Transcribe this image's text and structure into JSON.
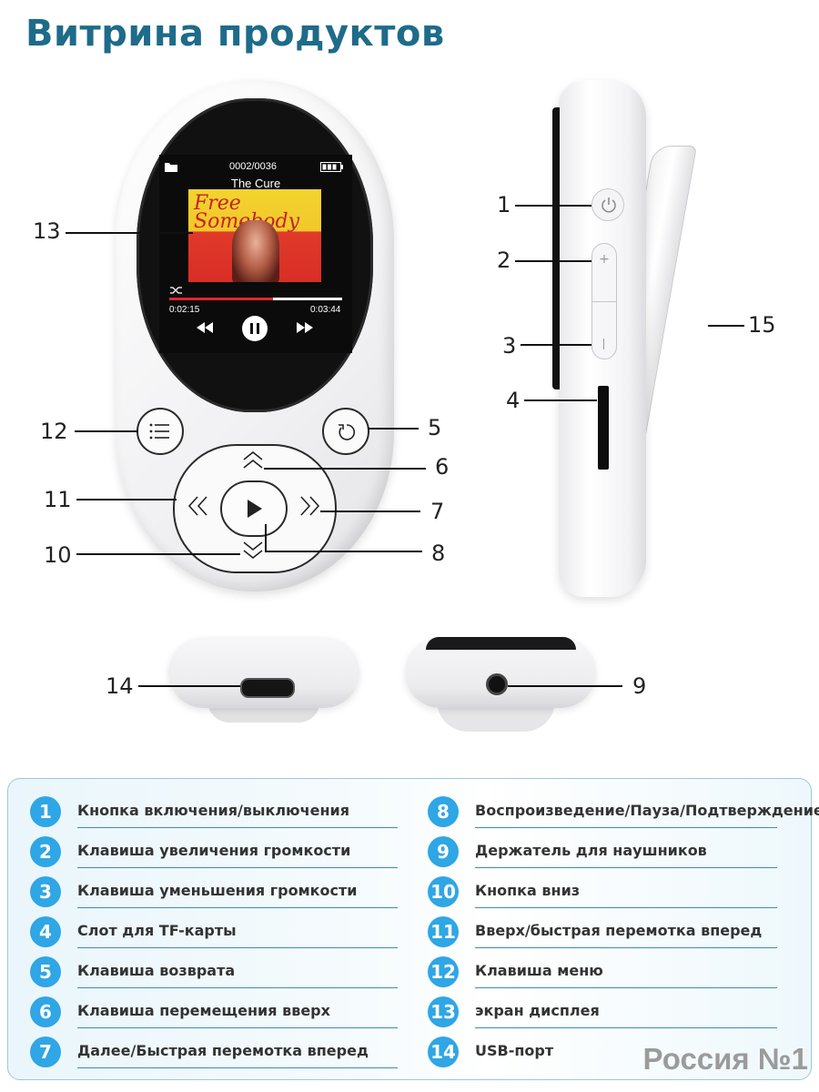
{
  "header": {
    "title": "Витрина продуктов"
  },
  "player_screen": {
    "track_counter": "0002/0036",
    "artist": "The Cure",
    "album_title": "Free Somebody",
    "elapsed": "0:02:15",
    "total": "0:03:44",
    "progress_fraction": 0.6
  },
  "callouts": {
    "c1": "1",
    "c2": "2",
    "c3": "3",
    "c4": "4",
    "c5": "5",
    "c6": "6",
    "c7": "7",
    "c8": "8",
    "c9": "9",
    "c10": "10",
    "c11": "11",
    "c12": "12",
    "c13": "13",
    "c14": "14",
    "c15": "15"
  },
  "legend": {
    "left": [
      {
        "num": "1",
        "label": "Кнопка включения/выключения"
      },
      {
        "num": "2",
        "label": "Клавиша увеличения громкости"
      },
      {
        "num": "3",
        "label": "Клавиша уменьшения громкости"
      },
      {
        "num": "4",
        "label": "Слот для TF-карты"
      },
      {
        "num": "5",
        "label": "Клавиша возврата"
      },
      {
        "num": "6",
        "label": "Клавиша перемещения вверх"
      },
      {
        "num": "7",
        "label": "Далее/Быстрая перемотка вперед"
      }
    ],
    "right": [
      {
        "num": "8",
        "label": "Воспроизведение/Пауза/Подтверждение"
      },
      {
        "num": "9",
        "label": "Держатель для наушников"
      },
      {
        "num": "10",
        "label": "Кнопка вниз"
      },
      {
        "num": "11",
        "label": "Вверх/быстрая перемотка вперед"
      },
      {
        "num": "12",
        "label": "Клавиша меню"
      },
      {
        "num": "13",
        "label": "экран дисплея"
      },
      {
        "num": "14",
        "label": "USB-порт"
      }
    ]
  },
  "watermark": "Россия №1",
  "colors": {
    "title": "#1e6b8a",
    "badge": "#2fa6e5",
    "progress": "#e0272b"
  }
}
